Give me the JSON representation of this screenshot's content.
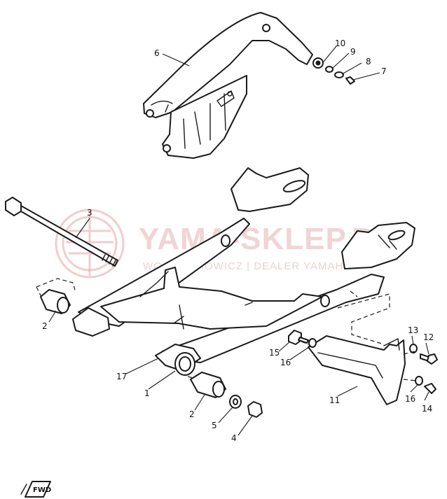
{
  "callouts": {
    "c1": "1",
    "c2a": "2",
    "c2b": "2",
    "c3": "3",
    "c4": "4",
    "c5": "5",
    "c6": "6",
    "c7": "7",
    "c8": "8",
    "c9": "9",
    "c10": "10",
    "c11": "11",
    "c12": "12",
    "c13": "13",
    "c14": "14",
    "c15": "15",
    "c16a": "16",
    "c16b": "16",
    "c17": "17"
  },
  "watermark": {
    "title": "YAMA-SKLEP.PL",
    "subtitle": "WOJCIECHOWICZ | DEALER YAMAHA"
  },
  "fwd_label": "FWD",
  "colors": {
    "line": "#1a1a1a",
    "watermark": "#e7b1b1",
    "background": "#ffffff"
  }
}
